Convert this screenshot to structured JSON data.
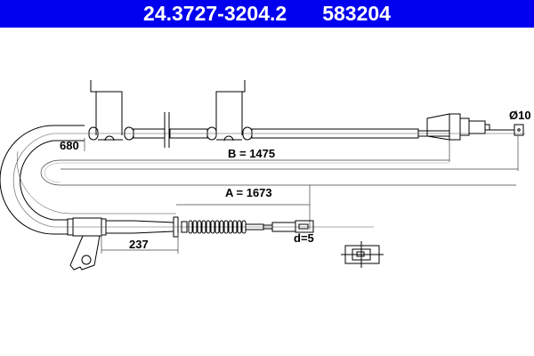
{
  "header": {
    "part_number": "24.3727-3204.2",
    "ref_number": "583204",
    "background_color": "#0000ee",
    "text_color": "#ffffff"
  },
  "drawing": {
    "type": "brake cable technical drawing",
    "dimensions": {
      "dim_680": "680",
      "dim_b": "B = 1475",
      "dim_a": "A = 1673",
      "dim_237": "237",
      "dim_d": "d=5",
      "dim_diameter": "Ø10"
    },
    "icons": [
      "cable-drawing",
      "mounting-bracket",
      "rubber-boot",
      "end-nipple",
      "section-symbol"
    ]
  }
}
